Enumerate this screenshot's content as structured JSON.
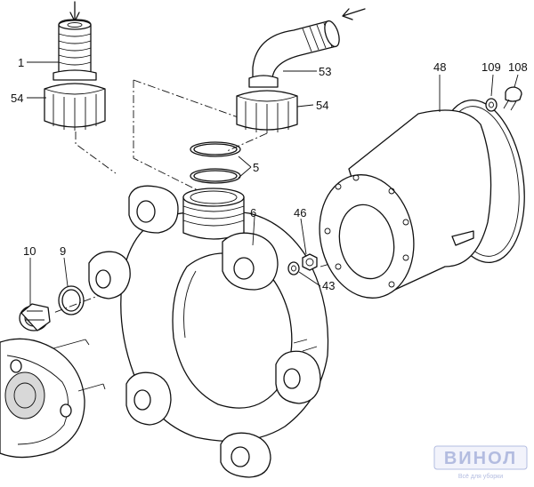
{
  "callouts": {
    "c1": "1",
    "c54a": "54",
    "c53": "53",
    "c54b": "54",
    "c48": "48",
    "c109": "109",
    "c108": "108",
    "c5": "5",
    "c6": "6",
    "c46": "46",
    "c43": "43",
    "c10": "10",
    "c9": "9"
  },
  "watermark": {
    "logo": "ВИНОЛ",
    "tagline": "Всё для уборки"
  },
  "colors": {
    "line": "#111111",
    "watermark": "#9aa6d6"
  }
}
